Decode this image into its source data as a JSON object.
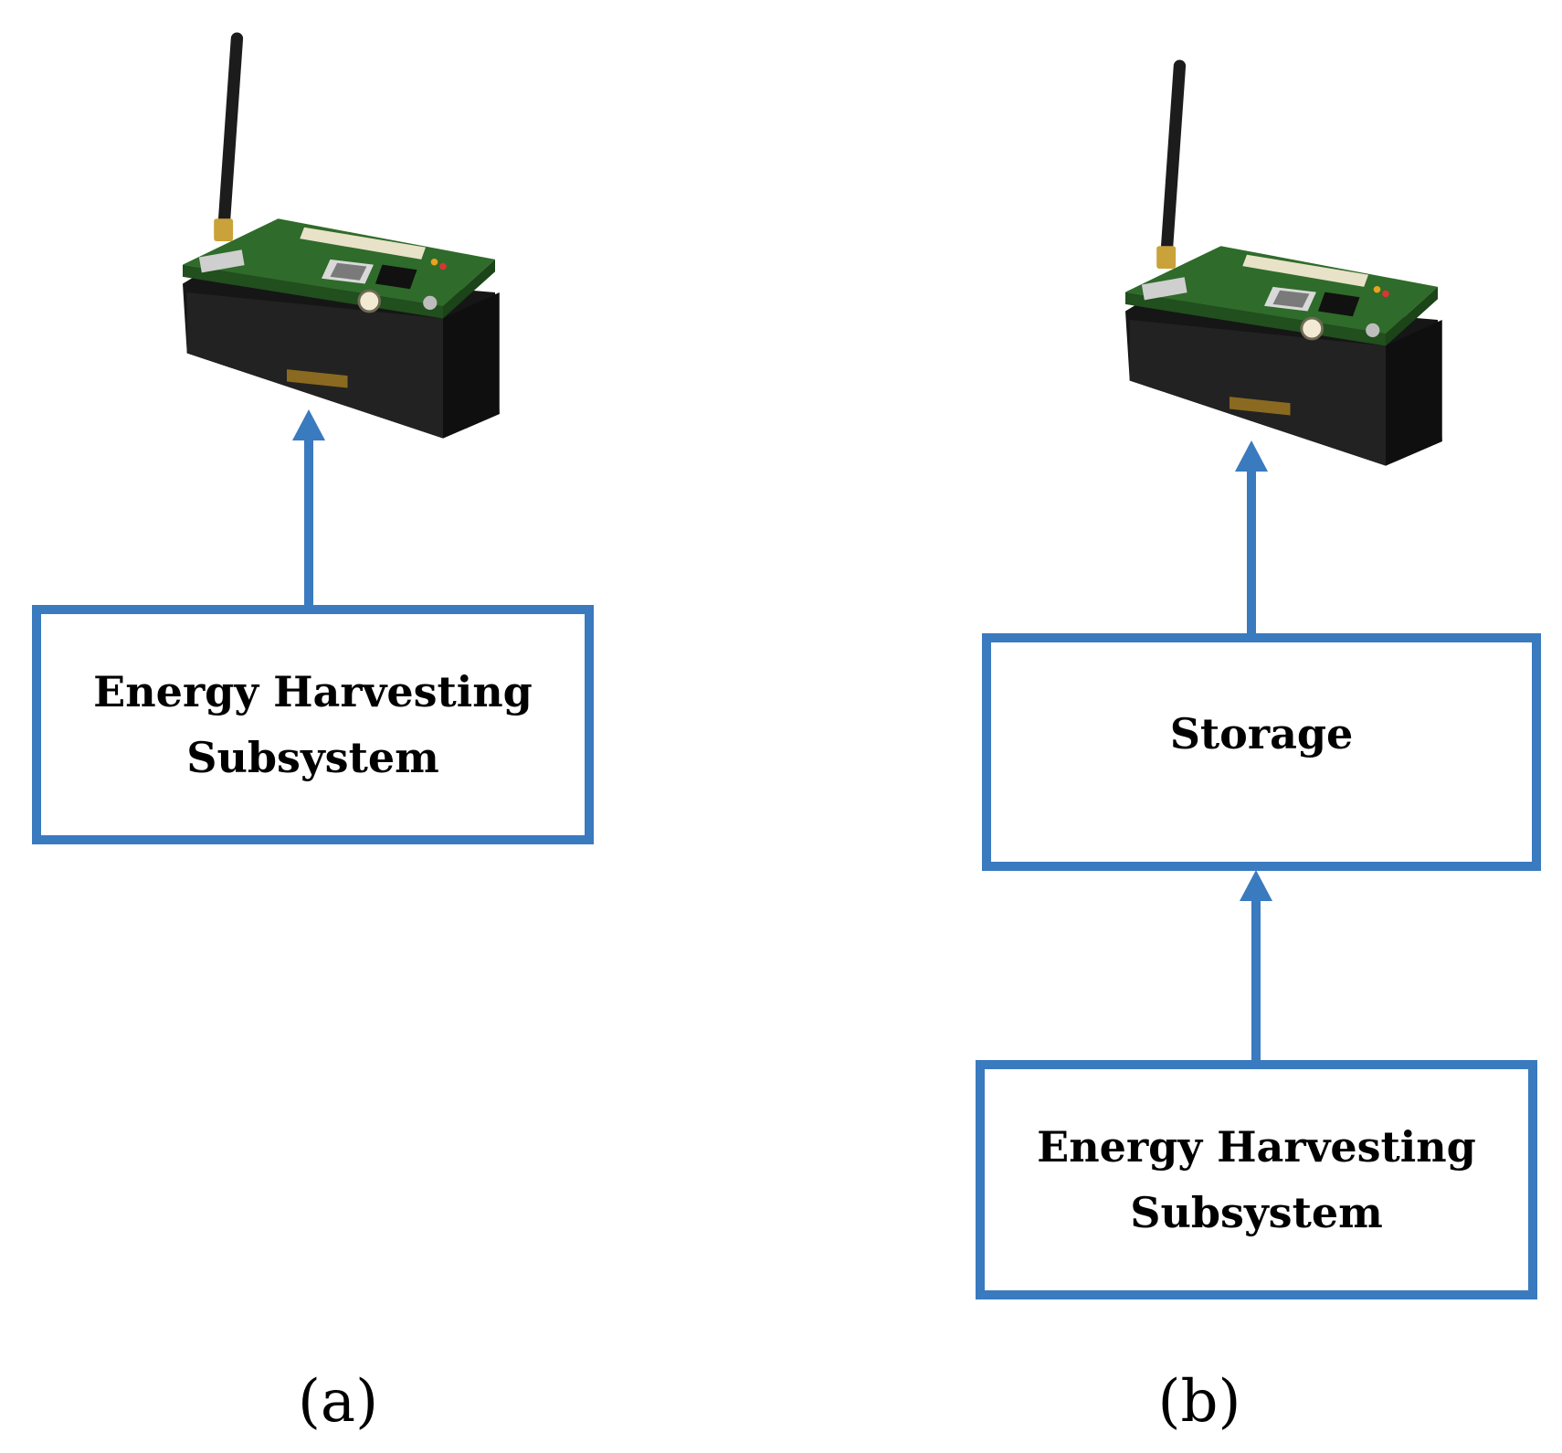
{
  "colors": {
    "box_border": "#3a7abf",
    "arrow": "#3a7abf",
    "text": "#000000",
    "board_green": "#2f6b2a",
    "battery_black": "#1a1a1a",
    "antenna": "#1c1c1c"
  },
  "panel_a": {
    "device_icon": "sensor-node-icon",
    "harvest_box": {
      "line1": "Energy Harvesting",
      "line2": "Subsystem"
    },
    "caption": "(a)"
  },
  "panel_b": {
    "device_icon": "sensor-node-icon",
    "storage_box": {
      "label": "Storage"
    },
    "harvest_box": {
      "line1": "Energy Harvesting",
      "line2": "Subsystem"
    },
    "caption": "(b)"
  }
}
